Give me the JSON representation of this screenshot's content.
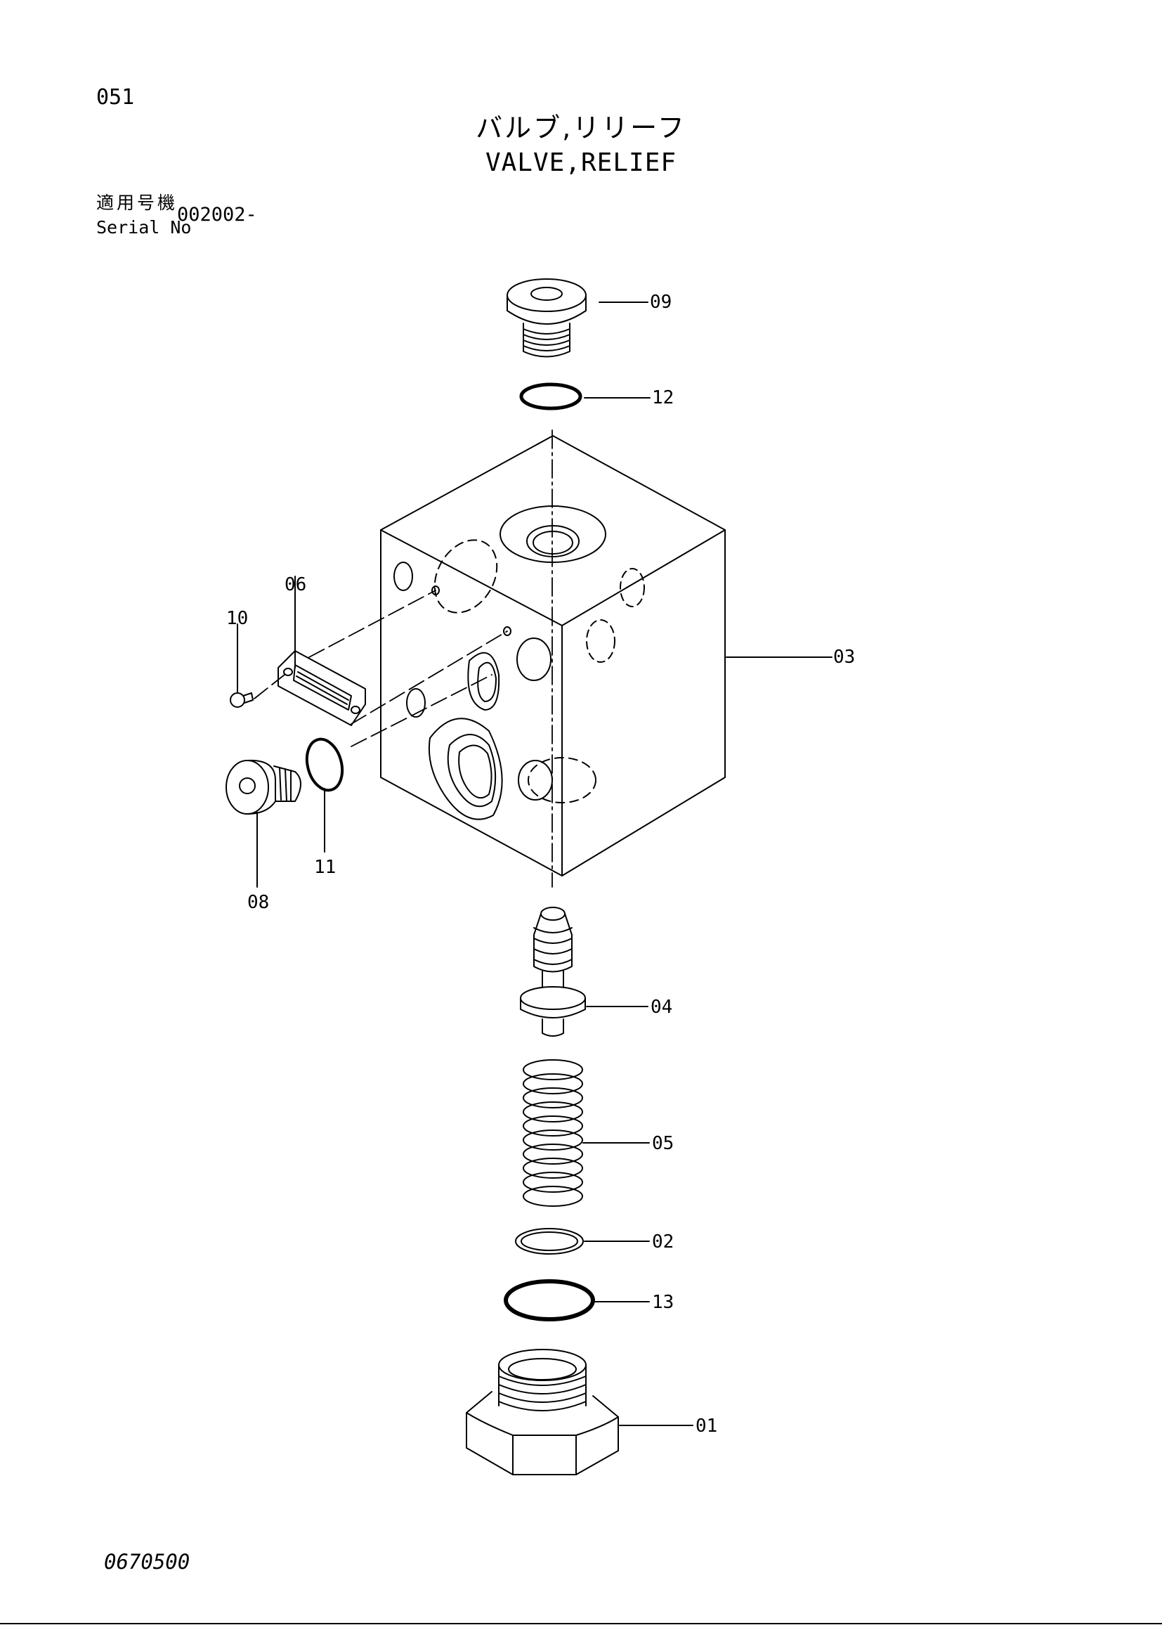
{
  "header": {
    "page_number": "051",
    "title_jp": "バルブ,リリーフ",
    "title_en": "VALVE,RELIEF",
    "serial_label_jp": "適用号機",
    "serial_label_en": "Serial No",
    "serial_value": "002002-"
  },
  "diagram": {
    "callouts": [
      "09",
      "12",
      "03",
      "06",
      "10",
      "11",
      "08",
      "04",
      "05",
      "02",
      "13",
      "01"
    ]
  },
  "footer": {
    "doc_code": "0670500"
  }
}
